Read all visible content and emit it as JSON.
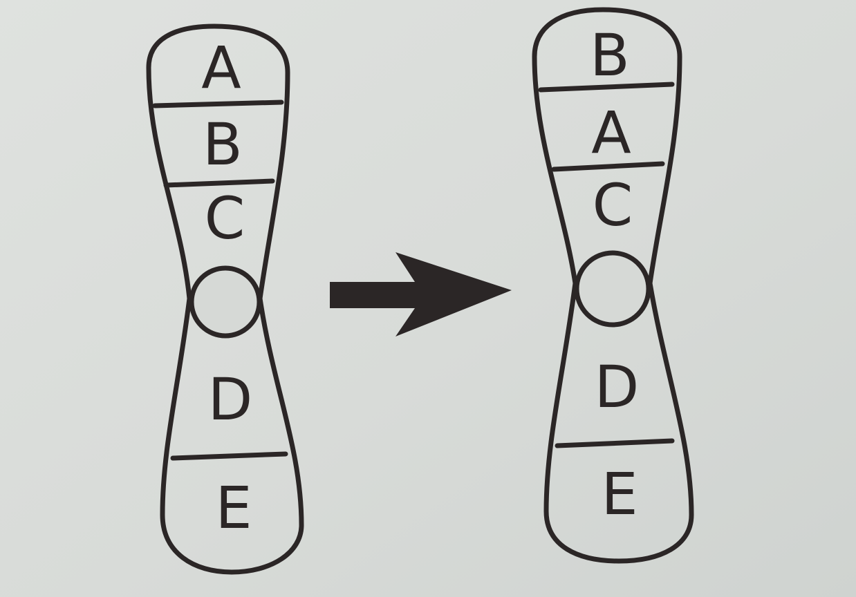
{
  "figure": {
    "left_chromosome": {
      "bands": [
        "A",
        "B",
        "C",
        "D",
        "E"
      ]
    },
    "right_chromosome": {
      "bands": [
        "B",
        "A",
        "C",
        "D",
        "E"
      ]
    },
    "arrow_icon": "arrow-right-icon"
  }
}
